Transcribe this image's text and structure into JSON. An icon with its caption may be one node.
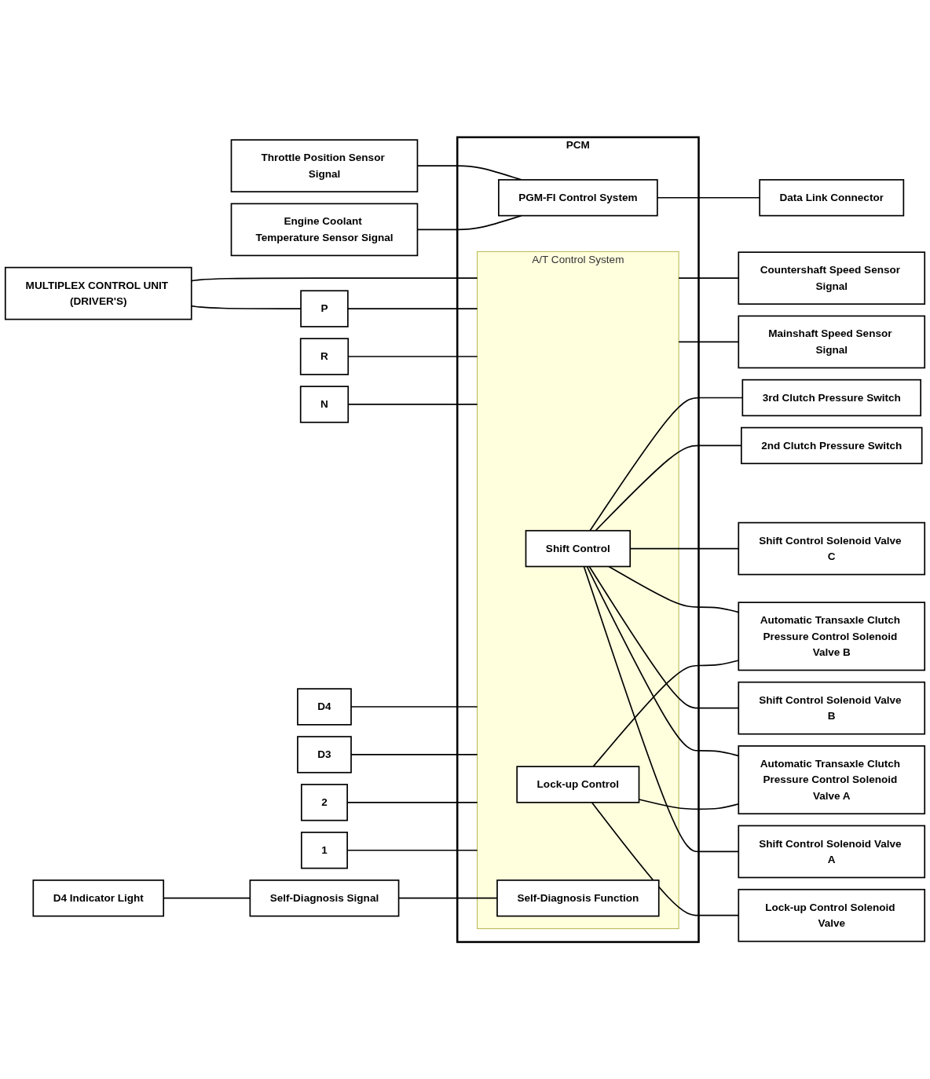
{
  "diagram": {
    "nodes": [
      {
        "text": [
          "PCM"
        ]
      },
      {
        "text": [
          "PGM-FI Control System"
        ],
        "in": 0
      },
      {
        "text": [
          "A/T Control System"
        ],
        "in": 0
      },
      {
        "text": [
          "Shift Control"
        ],
        "in": 2
      },
      {
        "text": [
          "Lock-up Control"
        ],
        "in": 2
      },
      {
        "text": [
          "Self-Diagnosis Function"
        ],
        "in": 2
      },
      {
        "text": [
          "Throttle Position Sensor Signal"
        ]
      },
      {
        "text": [
          "Engine Coolant Temperature Sensor Signal"
        ]
      },
      {
        "text": [
          "Data Link Connector"
        ]
      },
      {
        "text": [
          "MULTIPLEX CONTROL UNIT (DRIVER'S)"
        ]
      },
      {
        "text": [
          "P"
        ]
      },
      {
        "text": [
          "R"
        ]
      },
      {
        "text": [
          "N"
        ]
      },
      {
        "text": [
          "D4"
        ]
      },
      {
        "text": [
          "D3"
        ]
      },
      {
        "text": [
          "2"
        ]
      },
      {
        "text": [
          "1"
        ]
      },
      {
        "text": [
          "Shift Control Solenoid Valve A"
        ]
      },
      {
        "text": [
          "Shift Control Solenoid Valve B"
        ]
      },
      {
        "text": [
          "Shift Control Solenoid Valve C"
        ]
      },
      {
        "text": [
          "Automatic Transaxle Clutch Pressure Control Solenoid Valve A"
        ]
      },
      {
        "text": [
          "Automatic Transaxle Clutch Pressure Control Solenoid Valve B"
        ]
      },
      {
        "text": [
          "2nd Clutch Pressure Switch"
        ]
      },
      {
        "text": [
          "3rd Clutch Pressure Switch"
        ]
      },
      {
        "text": [
          "Lock-up Control Solenoid Valve"
        ]
      },
      {
        "text": [
          "Mainshaft Speed Sensor Signal"
        ]
      },
      {
        "text": [
          "Countershaft Speed Sensor Signal"
        ]
      },
      {
        "text": [
          "D4 Indicator Light"
        ]
      },
      {
        "text": [
          "Self-Diagnosis Signal"
        ]
      }
    ],
    "edges": [
      {
        "from": 6,
        "to": 1,
        "arrow": "none"
      },
      {
        "from": 7,
        "to": 1,
        "arrow": "none"
      },
      {
        "from": 1,
        "to": 8,
        "arrow": "none"
      },
      {
        "from": 9,
        "to": 2,
        "arrow": "none"
      },
      {
        "from": 9,
        "to": 10,
        "arrow": "none"
      },
      {
        "from": 10,
        "to": 2,
        "arrow": "none"
      },
      {
        "from": 11,
        "to": 2,
        "arrow": "none"
      },
      {
        "from": 12,
        "to": 2,
        "arrow": "none"
      },
      {
        "from": 13,
        "to": 2,
        "arrow": "none"
      },
      {
        "from": 14,
        "to": 2,
        "arrow": "none"
      },
      {
        "from": 15,
        "to": 2,
        "arrow": "none"
      },
      {
        "from": 16,
        "to": 2,
        "arrow": "none"
      },
      {
        "from": 3,
        "to": 17,
        "arrow": "none"
      },
      {
        "from": 3,
        "to": 18,
        "arrow": "none"
      },
      {
        "from": 3,
        "to": 19,
        "arrow": "none"
      },
      {
        "from": 3,
        "to": 20,
        "arrow": "none"
      },
      {
        "from": 4,
        "to": 20,
        "arrow": "none"
      },
      {
        "from": 3,
        "to": 21,
        "arrow": "none"
      },
      {
        "from": 4,
        "to": 21,
        "arrow": "none"
      },
      {
        "from": 3,
        "to": 22,
        "arrow": "none"
      },
      {
        "from": 3,
        "to": 23,
        "arrow": "none"
      },
      {
        "from": 4,
        "to": 24,
        "arrow": "none"
      },
      {
        "from": 2,
        "to": 25,
        "arrow": "none"
      },
      {
        "from": 2,
        "to": 26,
        "arrow": "none"
      },
      {
        "from": 27,
        "to": 28,
        "arrow": "none"
      },
      {
        "from": 28,
        "to": 5,
        "arrow": "none"
      }
    ]
  }
}
